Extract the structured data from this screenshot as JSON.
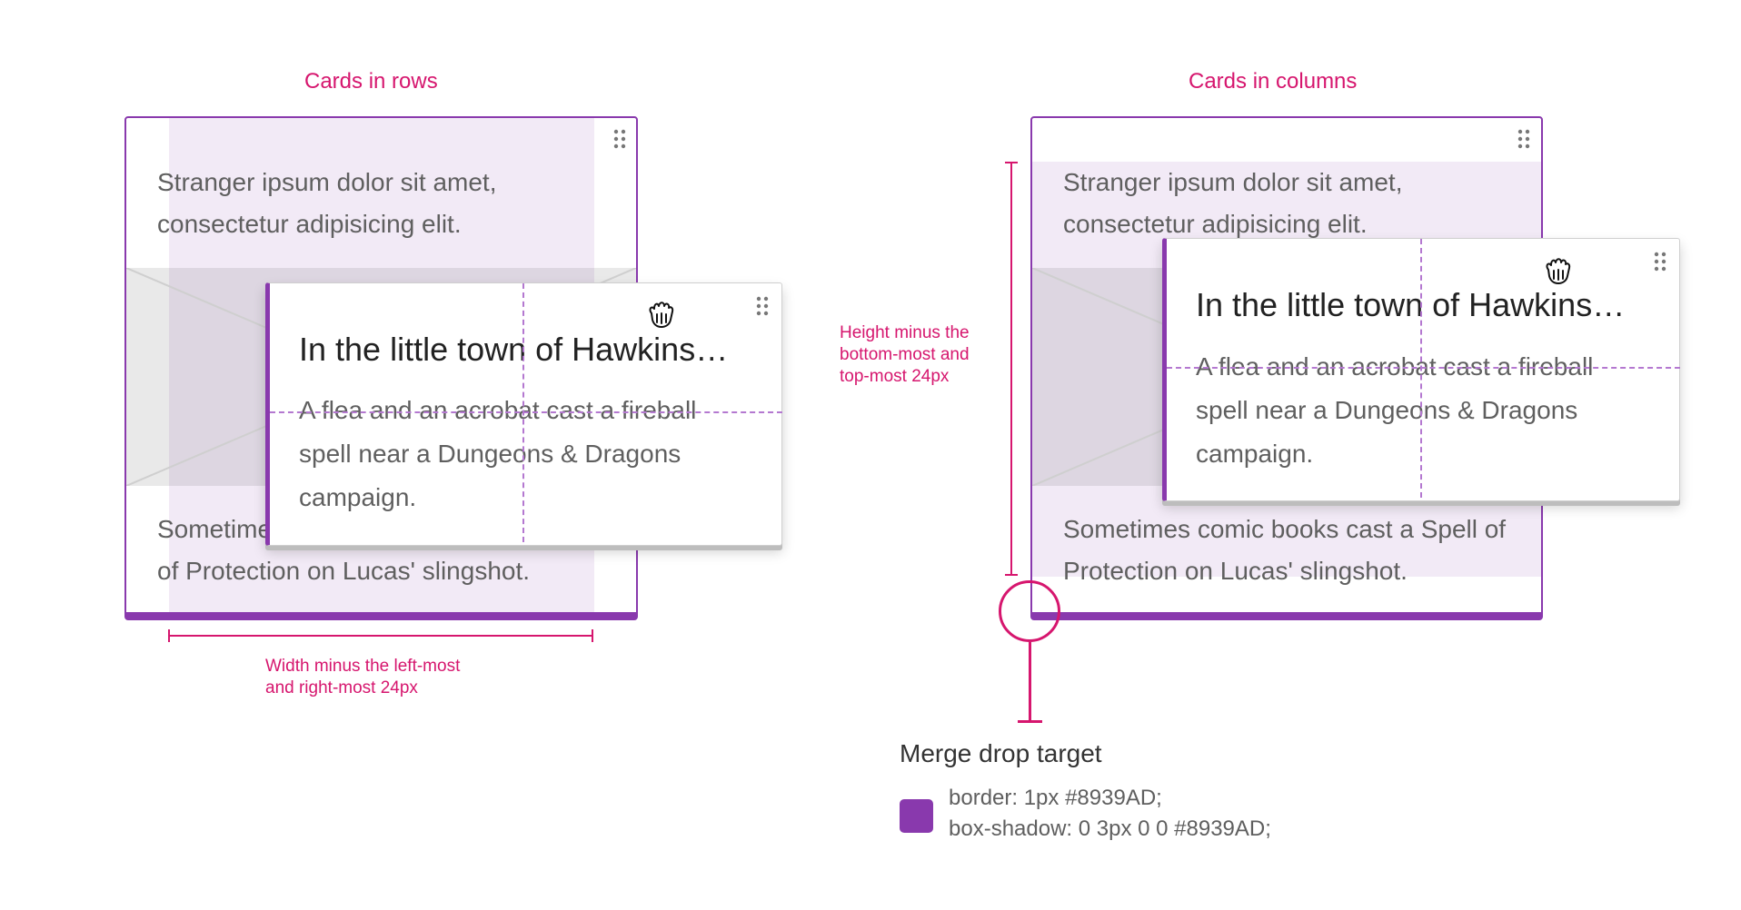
{
  "left_section": {
    "title": "Cards in rows",
    "card": {
      "top_text": "Stranger ipsum dolor sit amet, consectetur adipisicing elit.",
      "bottom_text": "Sometimes comic books cast a Spell of Protection on Lucas' slingshot."
    },
    "dragged_card": {
      "title": "In the little town of Hawkins…",
      "body": "A flea and an acrobat cast a fireball spell near a Dungeons & Dragons campaign."
    },
    "width_note": "Width minus the left-most\nand right-most 24px"
  },
  "right_section": {
    "title": "Cards in columns",
    "card": {
      "top_text": "Stranger ipsum dolor sit amet, consectetur adipisicing elit.",
      "bottom_text": "Sometimes comic books cast a Spell of Protection on Lucas' slingshot."
    },
    "dragged_card": {
      "title": "In the little town of Hawkins…",
      "body": "A flea and an acrobat cast a fireball spell near a Dungeons & Dragons campaign."
    },
    "height_note": "Height minus the\nbottom-most and\ntop-most 24px"
  },
  "merge_target": {
    "title": "Merge drop target",
    "border_rule": "border: 1px #8939AD;",
    "shadow_rule": "box-shadow: 0 3px 0 0 #8939AD;",
    "swatch_color": "#8939AD"
  },
  "colors": {
    "accent": "#8939AD",
    "annotation": "#D6166E",
    "tint": "#F2EAF6",
    "dashed_guide": "#B478D0"
  },
  "icons": [
    "drag-grip-icon",
    "grab-hand-icon"
  ]
}
